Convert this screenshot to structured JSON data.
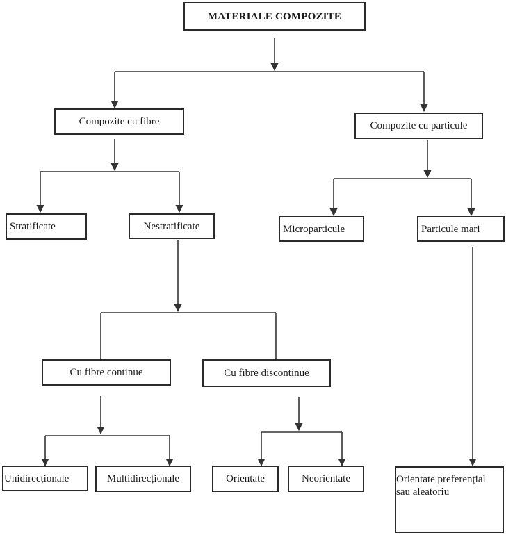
{
  "diagram": {
    "root": "MATERIALE COMPOZITE",
    "fiber_composites": "Compozite cu fibre",
    "particle_composites": "Compozite cu particule",
    "laminated": "Stratificate",
    "non_laminated": "Nestratificate",
    "microparticles": "Microparticule",
    "large_particles": "Particule mari",
    "continuous_fibers": "Cu fibre continue",
    "discontinuous_fibers": "Cu fibre discontinue",
    "unidirectional": "Unidirecționale",
    "multidirectional": "Multidirecționale",
    "oriented": "Orientate",
    "non_oriented": "Neorientate",
    "preferential_line1": "Orientate preferențial",
    "preferential_line2": "sau aleatoriu"
  }
}
